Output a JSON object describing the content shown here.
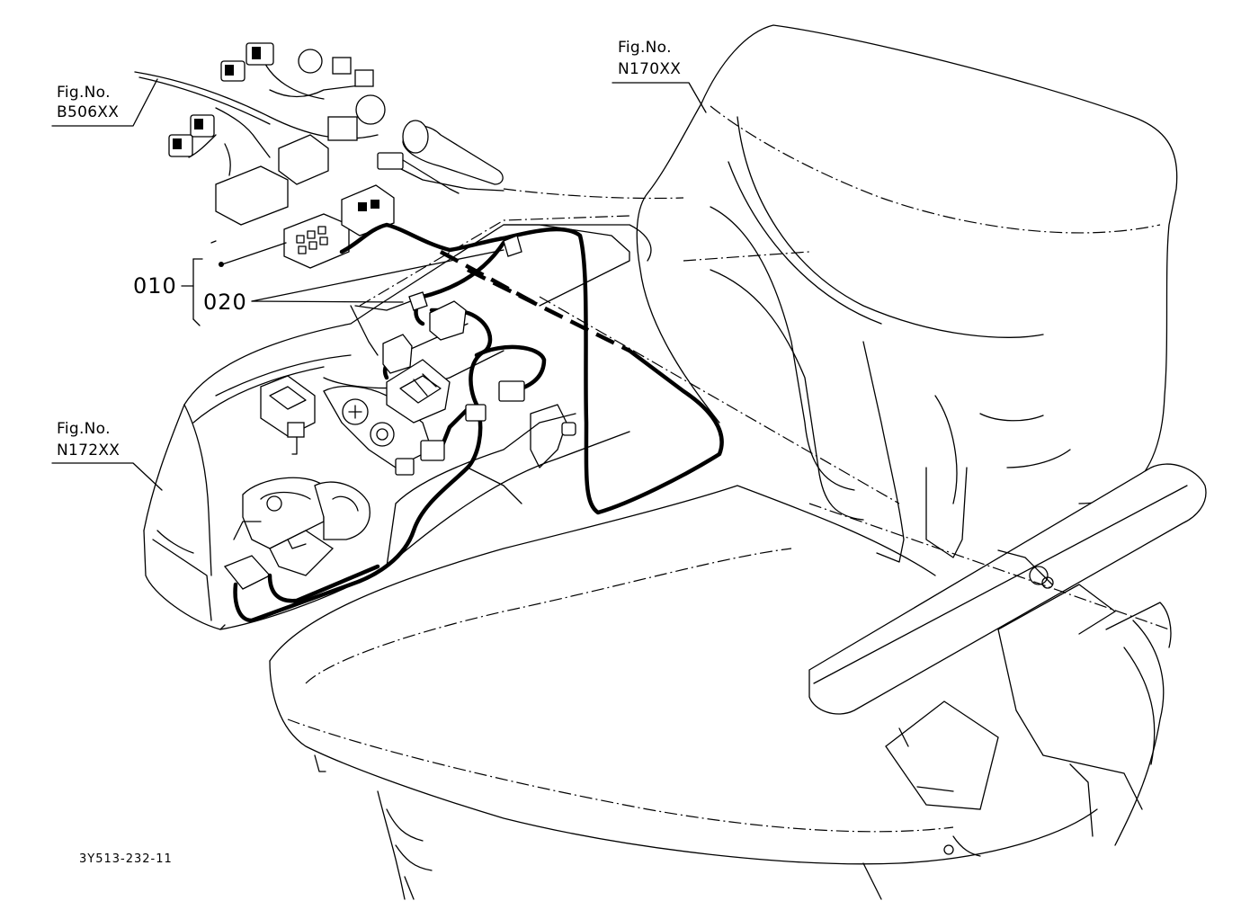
{
  "callouts": {
    "fig_b506": {
      "line1": "Fig.No.",
      "line2": "B506XX"
    },
    "fig_n170": {
      "line1": "Fig.No.",
      "line2": "N170XX"
    },
    "fig_n172": {
      "line1": "Fig.No.",
      "line2": "N172XX"
    }
  },
  "part_labels": {
    "assembly": "010",
    "clamp": "020"
  },
  "drawing_code": "3Y513-232-11"
}
